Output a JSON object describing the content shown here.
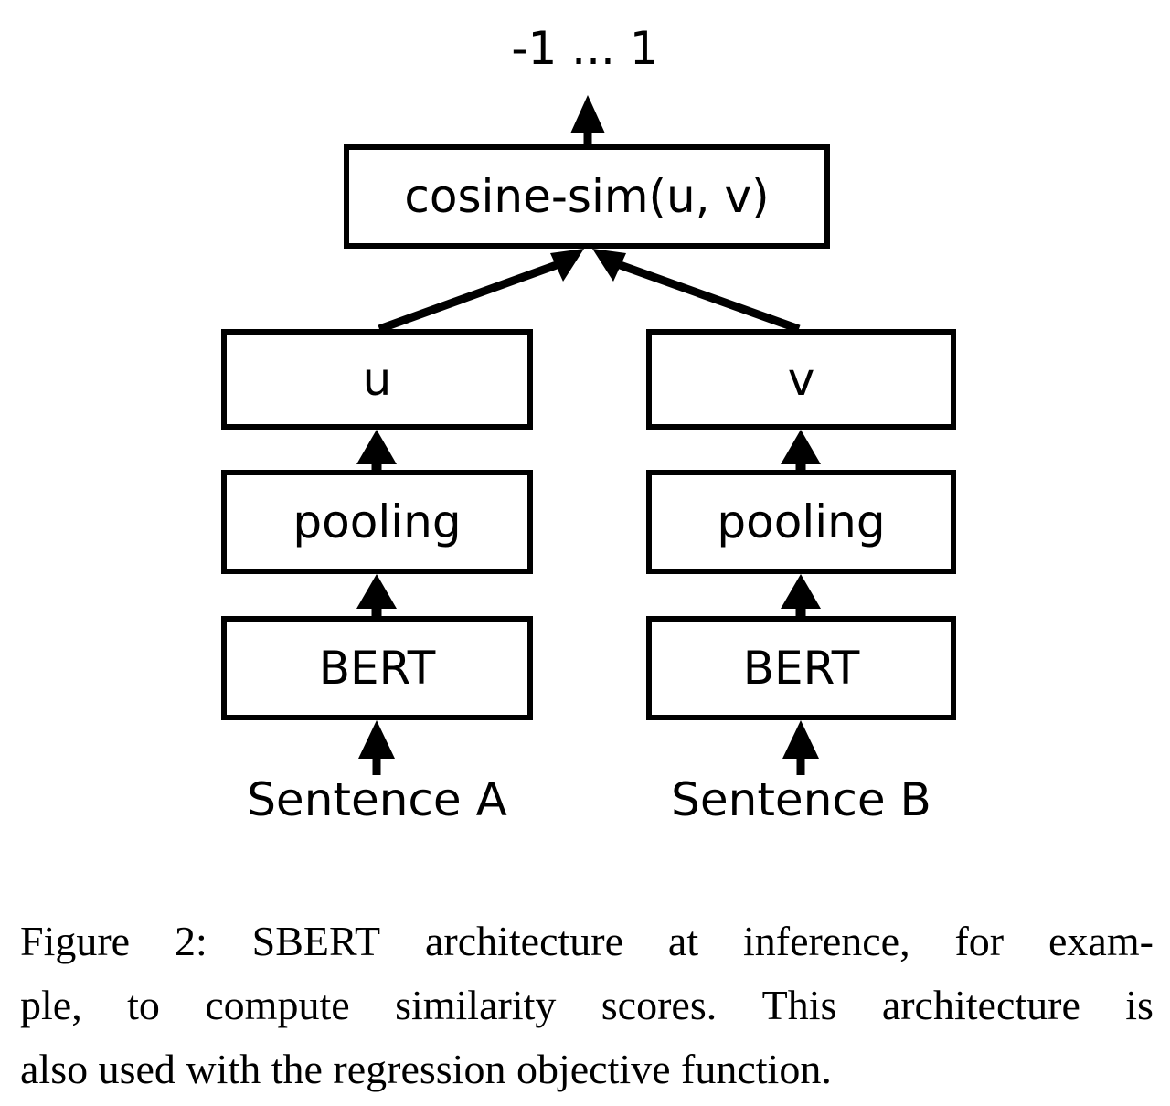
{
  "figure": {
    "output_range_label": "-1 ... 1",
    "nodes": {
      "cosine_sim": "cosine-sim(u, v)",
      "embedding_u": "u",
      "embedding_v": "v",
      "pooling_a": "pooling",
      "pooling_b": "pooling",
      "bert_a": "BERT",
      "bert_b": "BERT"
    },
    "inputs": {
      "sentence_a": "Sentence A",
      "sentence_b": "Sentence B"
    },
    "colors": {
      "stroke": "#000000",
      "fill": "#ffffff",
      "text": "#000000"
    }
  },
  "caption": {
    "full": "Figure 2: SBERT architecture at inference, for example, to compute similarity scores. This architecture is also used with the regression objective function.",
    "line1": "Figure 2:  SBERT architecture at inference, for exam-",
    "line2": "ple, to compute similarity scores.  This architecture is",
    "line3": "also used with the regression objective function."
  }
}
